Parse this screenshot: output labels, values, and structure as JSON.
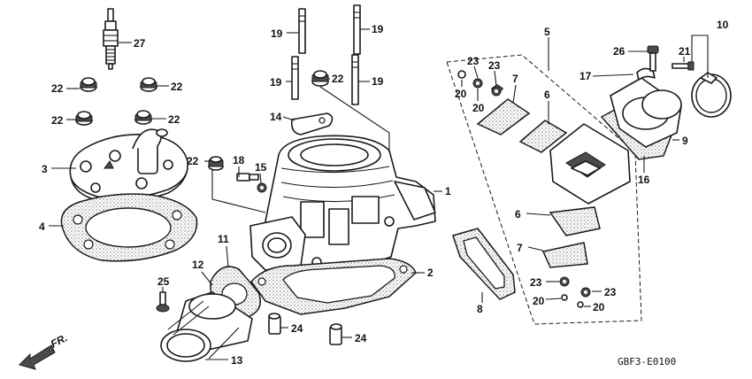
{
  "callouts": [
    "27",
    "22",
    "22",
    "22",
    "22",
    "3",
    "4",
    "18",
    "15",
    "22",
    "19",
    "19",
    "19",
    "19",
    "22",
    "14",
    "1",
    "2",
    "11",
    "12",
    "25",
    "13",
    "24",
    "24",
    "5",
    "10",
    "26",
    "21",
    "17",
    "9",
    "16",
    "23",
    "23",
    "20",
    "20",
    "7",
    "6",
    "8",
    "6",
    "7",
    "23",
    "23",
    "20",
    "20"
  ],
  "orientation": {
    "label": "FR."
  },
  "diagram_code": "GBF3-E0100",
  "colors": {
    "line": "#1a1a1a",
    "fill": "#4a4a4a",
    "background": "#ffffff"
  }
}
